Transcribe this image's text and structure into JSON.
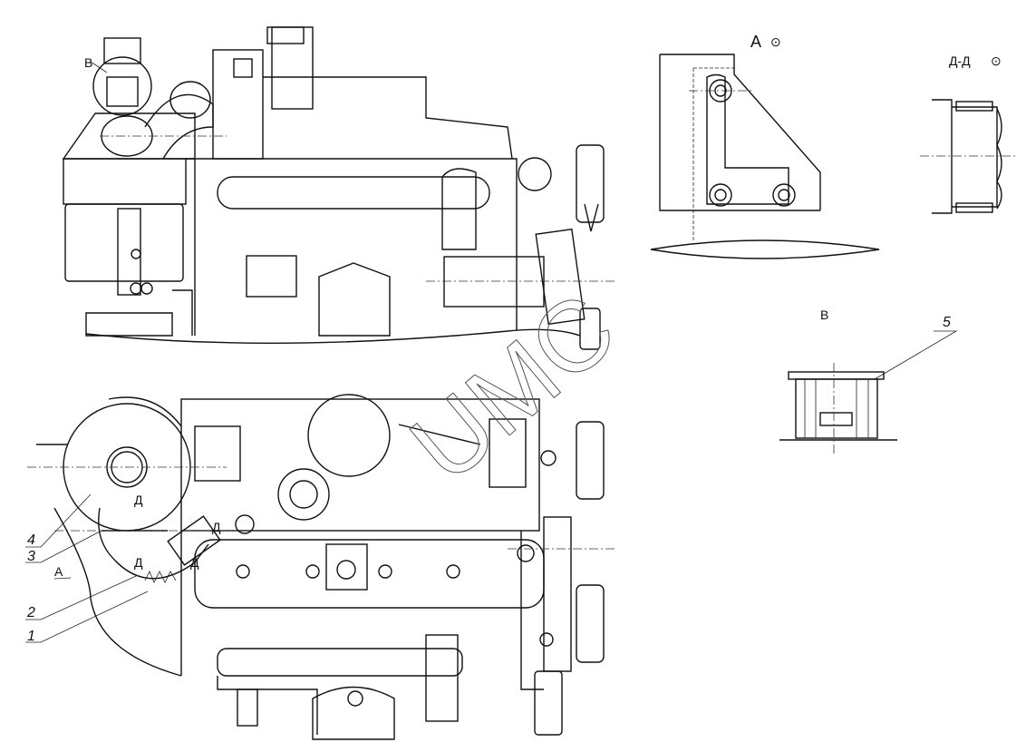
{
  "drawing": {
    "top_view_label": "В",
    "view_a_title": "А",
    "section_title": "Д-Д",
    "detail_b_title": "В",
    "callouts": [
      "1",
      "2",
      "3",
      "4",
      "5"
    ],
    "view_arrow_label": "А",
    "section_marks": [
      "Д",
      "Д",
      "Д",
      "Д"
    ],
    "rotation_symbol": "⊙",
    "watermark": "UMC"
  }
}
